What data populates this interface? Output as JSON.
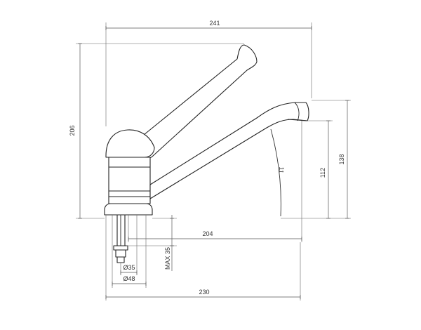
{
  "dimensions": {
    "overall_width_top": "241",
    "overall_height": "206",
    "spout_height_outer": "138",
    "spout_height_inner": "112",
    "reach": "204",
    "max_deck_thickness": "MAX 35",
    "shank_diameter": "Ø35",
    "base_diameter": "Ø48",
    "overall_width_bottom": "230",
    "flow_annotation": "11"
  }
}
